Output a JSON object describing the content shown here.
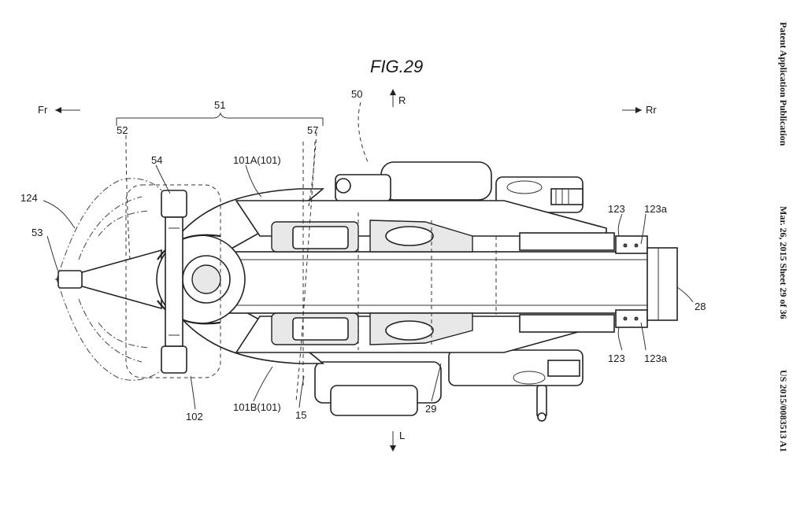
{
  "figure": {
    "title": "FIG.29"
  },
  "header": {
    "publication": "Patent Application Publication",
    "date_sheet": "Mar. 26, 2015  Sheet 29 of 36",
    "number": "US 2015/0083513 A1"
  },
  "directions": {
    "front": "Fr",
    "rear": "Rr",
    "right": "R",
    "left": "L"
  },
  "labels": {
    "l51": "51",
    "l52": "52",
    "l57": "57",
    "l50": "50",
    "l54": "54",
    "l101a": "101A(101)",
    "l124": "124",
    "l53": "53",
    "l123_top": "123",
    "l123a_top": "123a",
    "l28": "28",
    "l123_bot": "123",
    "l123a_bot": "123a",
    "l102": "102",
    "l101b": "101B(101)",
    "l15": "15",
    "l29": "29"
  }
}
